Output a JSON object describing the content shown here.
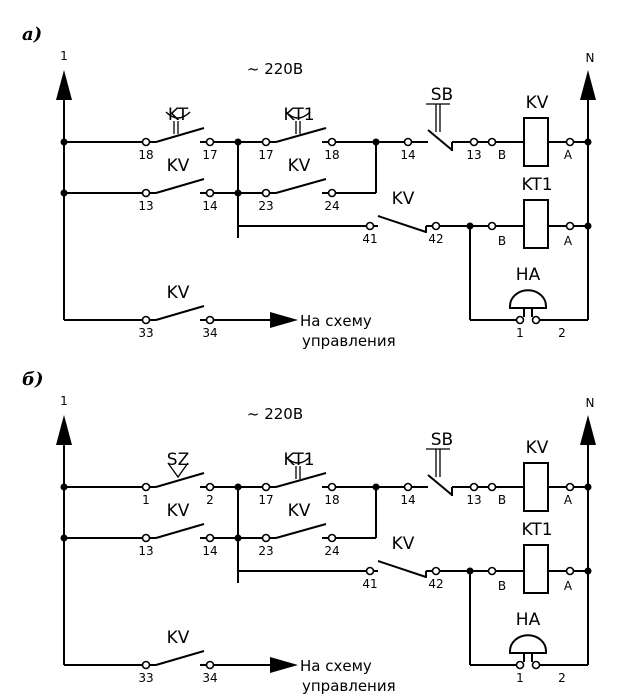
{
  "diagrams": [
    {
      "figure_label": "а)",
      "left_bus_label": "1",
      "right_bus_label": "N",
      "supply_label": "~ 220В",
      "timer_contact": "KT",
      "timer_contact_terminals": [
        "18",
        "17"
      ],
      "timer_contact_kt1": "KT1",
      "kt1_contact_terminals": [
        "17",
        "18"
      ],
      "button": "SB",
      "button_terminals": [
        "14",
        "13"
      ],
      "coil_kv": "KV",
      "coil_kv_terminals": [
        "B",
        "A"
      ],
      "hold_contact": "KV",
      "hold_contact_terminals": [
        "13",
        "14"
      ],
      "kv_contact_2": "KV",
      "kv_contact_2_terminals": [
        "23",
        "24"
      ],
      "kv_contact_3": "KV",
      "kv_contact_3_terminals": [
        "41",
        "42"
      ],
      "coil_kt1": "KT1",
      "coil_kt1_terminals": [
        "B",
        "A"
      ],
      "horn": "HA",
      "horn_terminals": [
        "1",
        "2"
      ],
      "out_contact": "KV",
      "out_contact_terminals": [
        "33",
        "34"
      ],
      "arrow_text_1": "На схему",
      "arrow_text_2": "управления"
    },
    {
      "figure_label": "б)",
      "left_bus_label": "1",
      "right_bus_label": "N",
      "supply_label": "~ 220В",
      "timer_contact": "SZ",
      "timer_contact_terminals": [
        "1",
        "2"
      ],
      "timer_contact_kt1": "KT1",
      "kt1_contact_terminals": [
        "17",
        "18"
      ],
      "button": "SB",
      "button_terminals": [
        "14",
        "13"
      ],
      "coil_kv": "KV",
      "coil_kv_terminals": [
        "B",
        "A"
      ],
      "hold_contact": "KV",
      "hold_contact_terminals": [
        "13",
        "14"
      ],
      "kv_contact_2": "KV",
      "kv_contact_2_terminals": [
        "23",
        "24"
      ],
      "kv_contact_3": "KV",
      "kv_contact_3_terminals": [
        "41",
        "42"
      ],
      "coil_kt1": "KT1",
      "coil_kt1_terminals": [
        "B",
        "A"
      ],
      "horn": "HA",
      "horn_terminals": [
        "1",
        "2"
      ],
      "out_contact": "KV",
      "out_contact_terminals": [
        "33",
        "34"
      ],
      "arrow_text_1": "На схему",
      "arrow_text_2": "управления"
    }
  ]
}
